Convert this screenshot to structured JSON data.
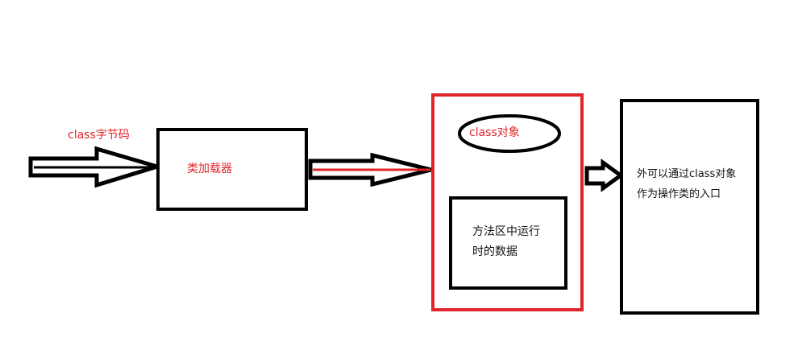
{
  "labels": {
    "bytecode": "class字节码",
    "loader": "类加载器",
    "class_object": "class对象",
    "method_area_line1": "方法区中运行",
    "method_area_line2": "时的数据",
    "entry_line1": "外可以通过class对象",
    "entry_line2": "作为操作类的入口"
  },
  "colors": {
    "stroke": "#000000",
    "accent": "#e0242a",
    "background": "#ffffff"
  }
}
